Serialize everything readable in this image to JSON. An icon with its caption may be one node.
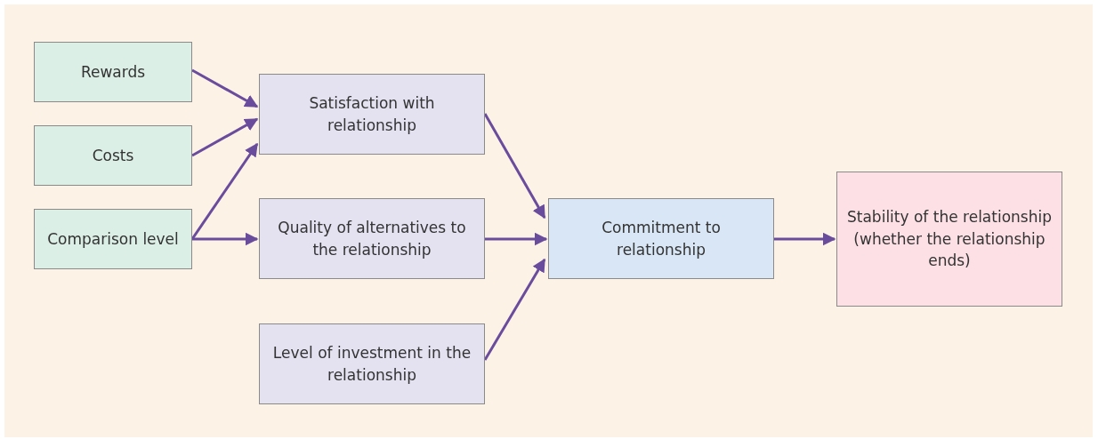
{
  "diagram": {
    "nodes": [
      {
        "text": [
          "Rewards"
        ]
      },
      {
        "text": [
          "Costs"
        ]
      },
      {
        "text": [
          "Comparison level"
        ]
      },
      {
        "text": [
          "Satisfaction with relationship"
        ]
      },
      {
        "text": [
          "Quality of alternatives to the relationship"
        ]
      },
      {
        "text": [
          "Level of investment in the relationship"
        ]
      },
      {
        "text": [
          "Commitment to relationship"
        ]
      },
      {
        "text": [
          "Stability of the relationship (whether the relationship ends)"
        ]
      }
    ],
    "edges": [
      {
        "from": 0,
        "to": 3,
        "arrow": "to"
      },
      {
        "from": 1,
        "to": 3,
        "arrow": "to"
      },
      {
        "from": 2,
        "to": 3,
        "arrow": "to"
      },
      {
        "from": 2,
        "to": 4,
        "arrow": "to"
      },
      {
        "from": 3,
        "to": 6,
        "arrow": "to"
      },
      {
        "from": 4,
        "to": 6,
        "arrow": "to"
      },
      {
        "from": 5,
        "to": 6,
        "arrow": "to"
      },
      {
        "from": 6,
        "to": 7,
        "arrow": "to"
      }
    ]
  }
}
